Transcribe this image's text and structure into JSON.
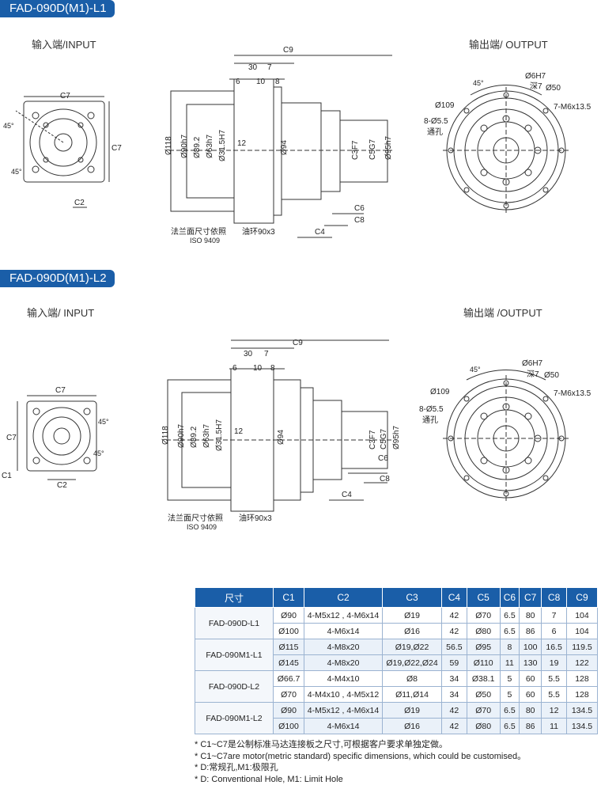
{
  "section1": {
    "title": "FAD-090D(M1)-L1",
    "input_label": "输入端/INPUT",
    "output_label": "输出端/ OUTPUT"
  },
  "section2": {
    "title": "FAD-090D(M1)-L2",
    "input_label": "输入端/ INPUT",
    "output_label": "输出端 /OUTPUT"
  },
  "labels": {
    "c7": "C7",
    "c2": "C2",
    "c1": "C1",
    "c9": "C9",
    "c4": "C4",
    "c6": "C6",
    "c8": "C8",
    "c3": "C3F7",
    "c5": "C5G7",
    "deg45": "45°",
    "d30": "30",
    "d7": "7",
    "d6": "6",
    "d10": "10",
    "d8": "8",
    "d12": "12",
    "phi118": "Ø118",
    "phi90": "Ø90h7",
    "phi892": "Ø89.2",
    "phi63": "Ø63h7",
    "phi315": "Ø31.5H7",
    "phi94": "Ø94",
    "phi95": "Ø95h7",
    "flange_note": "法兰面尺寸依照",
    "iso": "ISO 9409",
    "oil_ring": "油环90x3",
    "phi6h7": "Ø6H7",
    "deep7": "深7",
    "phi50": "Ø50",
    "m6": "7-M6x13.5",
    "phi109": "Ø109",
    "holes": "8-Ø5.5",
    "through": "通孔"
  },
  "table": {
    "headers": [
      "尺寸",
      "C1",
      "C2",
      "C3",
      "C4",
      "C5",
      "C6",
      "C7",
      "C8",
      "C9"
    ],
    "groups": [
      {
        "model": "FAD-090D-L1",
        "rows": [
          [
            "Ø90",
            "4-M5x12 , 4-M6x14",
            "Ø19",
            "42",
            "Ø70",
            "6.5",
            "80",
            "7",
            "104"
          ],
          [
            "Ø100",
            "4-M6x14",
            "Ø16",
            "42",
            "Ø80",
            "6.5",
            "86",
            "6",
            "104"
          ]
        ]
      },
      {
        "model": "FAD-090M1-L1",
        "rows": [
          [
            "Ø115",
            "4-M8x20",
            "Ø19,Ø22",
            "56.5",
            "Ø95",
            "8",
            "100",
            "16.5",
            "119.5"
          ],
          [
            "Ø145",
            "4-M8x20",
            "Ø19,Ø22,Ø24",
            "59",
            "Ø110",
            "11",
            "130",
            "19",
            "122"
          ]
        ]
      },
      {
        "model": "FAD-090D-L2",
        "rows": [
          [
            "Ø66.7",
            "4-M4x10",
            "Ø8",
            "34",
            "Ø38.1",
            "5",
            "60",
            "5.5",
            "128"
          ],
          [
            "Ø70",
            "4-M4x10 , 4-M5x12",
            "Ø11,Ø14",
            "34",
            "Ø50",
            "5",
            "60",
            "5.5",
            "128"
          ]
        ]
      },
      {
        "model": "FAD-090M1-L2",
        "rows": [
          [
            "Ø90",
            "4-M5x12 , 4-M6x14",
            "Ø19",
            "42",
            "Ø70",
            "6.5",
            "80",
            "12",
            "134.5"
          ],
          [
            "Ø100",
            "4-M6x14",
            "Ø16",
            "42",
            "Ø80",
            "6.5",
            "86",
            "11",
            "134.5"
          ]
        ]
      }
    ]
  },
  "notes": [
    "* C1~C7是公制标准马达连接板之尺寸,可根据客户要求单独定做。",
    "* C1~C7are motor(metric standard)  specific dimensions, which could be customised。",
    "* D:常规孔,M1:极限孔",
    "* D: Conventional Hole, M1: Limit Hole"
  ],
  "colors": {
    "brand": "#1a5ea8",
    "line": "#333333",
    "table_border": "#9bb3d1"
  }
}
